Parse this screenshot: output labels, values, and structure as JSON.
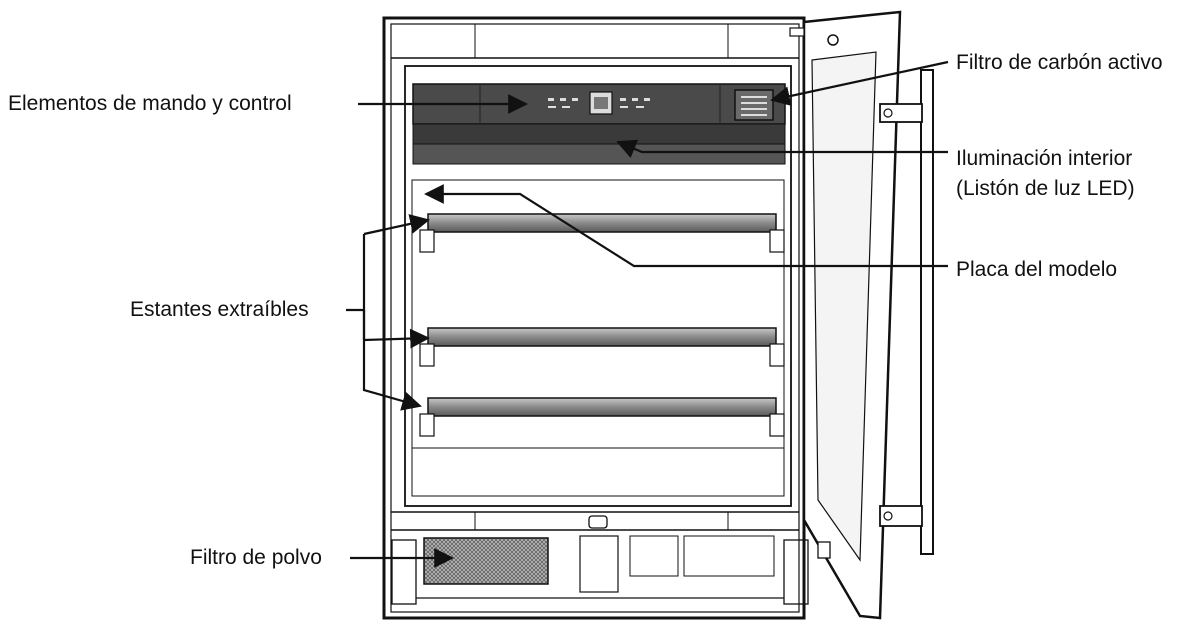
{
  "labels": {
    "control_elements": "Elementos de mando y control",
    "carbon_filter": "Filtro de carbón activo",
    "interior_light_line1": "Iluminación interior",
    "interior_light_line2": "(Listón de luz LED)",
    "model_plate": "Placa del modelo",
    "shelves": "Estantes extraíbles",
    "dust_filter": "Filtro de polvo"
  },
  "colors": {
    "line": "#111111",
    "panel": "#4a4a4a",
    "shelf": "#8a8a8a",
    "background": "#ffffff"
  },
  "icons": [
    "control-panel-display-icon",
    "carbon-filter-grille-icon",
    "dust-filter-mesh-icon",
    "door-handle-icon",
    "door-hinge-icon"
  ]
}
